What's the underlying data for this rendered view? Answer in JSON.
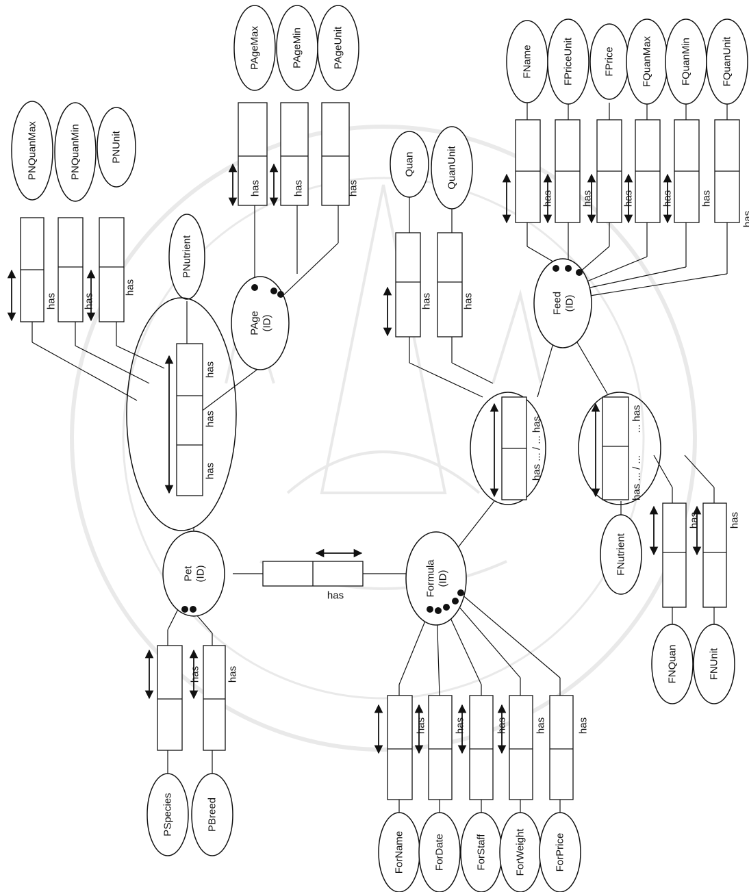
{
  "diagram": {
    "entities": [
      {
        "id": "pet",
        "name": "Pet",
        "ref": "(ID)"
      },
      {
        "id": "page",
        "name": "PAge",
        "ref": "(ID)"
      },
      {
        "id": "formula",
        "name": "Formula",
        "ref": "(ID)"
      },
      {
        "id": "feed",
        "name": "Feed",
        "ref": "(ID)"
      }
    ],
    "values": [
      {
        "id": "pnquanmax",
        "name": "PNQuanMax"
      },
      {
        "id": "pnquanmin",
        "name": "PNQuanMin"
      },
      {
        "id": "pnunit",
        "name": "PNUnit"
      },
      {
        "id": "pnutrient",
        "name": "PNutrient"
      },
      {
        "id": "pagemax",
        "name": "PAgeMax"
      },
      {
        "id": "pagemin",
        "name": "PAgeMin"
      },
      {
        "id": "pageunit",
        "name": "PAgeUnit"
      },
      {
        "id": "quan",
        "name": "Quan"
      },
      {
        "id": "quanunit",
        "name": "QuanUnit"
      },
      {
        "id": "fname",
        "name": "FName"
      },
      {
        "id": "fpriceunit",
        "name": "FPriceUnit"
      },
      {
        "id": "fprice",
        "name": "FPrice"
      },
      {
        "id": "fquanmax",
        "name": "FQuanMax"
      },
      {
        "id": "fquanmin",
        "name": "FQuanMin"
      },
      {
        "id": "fquanunit",
        "name": "FQuanUnit"
      },
      {
        "id": "pspecies",
        "name": "PSpecies"
      },
      {
        "id": "pbreed",
        "name": "PBreed"
      },
      {
        "id": "forname",
        "name": "ForName"
      },
      {
        "id": "fordate",
        "name": "ForDate"
      },
      {
        "id": "forstaff",
        "name": "ForStaff"
      },
      {
        "id": "forweight",
        "name": "ForWeight"
      },
      {
        "id": "forprice",
        "name": "ForPrice"
      },
      {
        "id": "fnutrient",
        "name": "FNutrient"
      },
      {
        "id": "fnquan",
        "name": "FNQuan"
      },
      {
        "id": "fnunit",
        "name": "FNUnit"
      }
    ],
    "role_labels": {
      "has": "has",
      "has_dots": "has ... / ... has",
      "has_dots_left": "has ... / ...",
      "has_dots_right": "... has"
    }
  },
  "colors": {
    "line": "#111111",
    "background": "#ffffff",
    "watermark": "#555555"
  }
}
